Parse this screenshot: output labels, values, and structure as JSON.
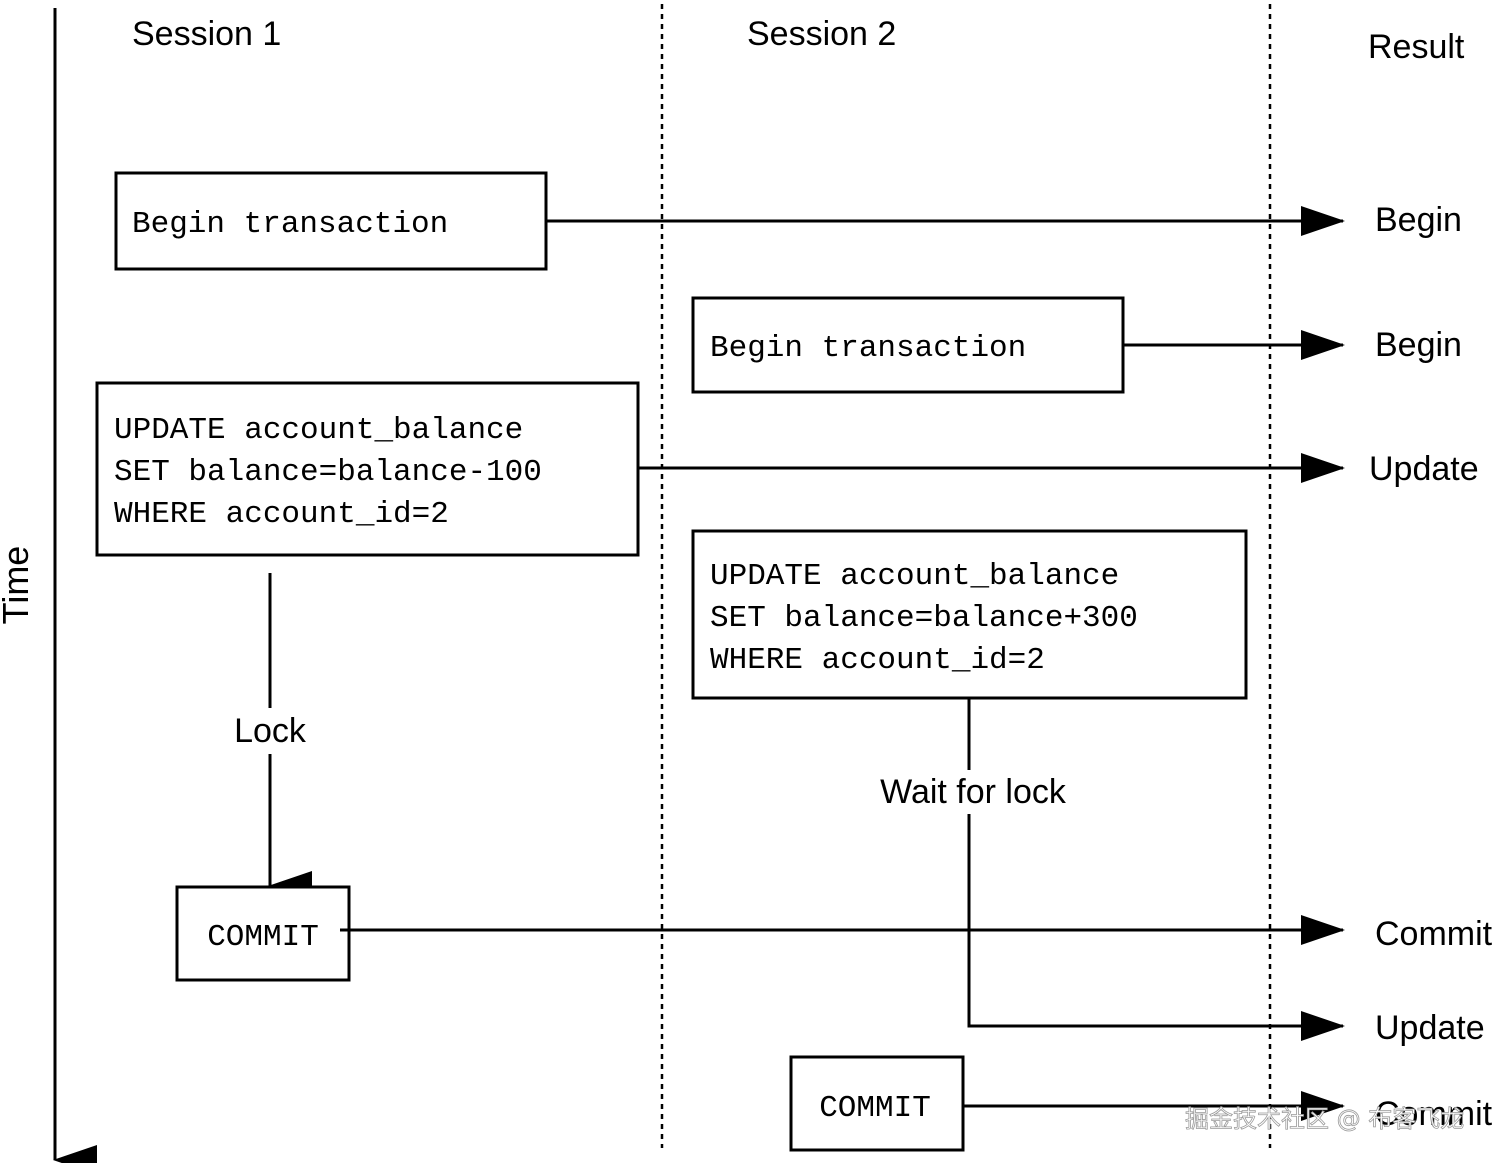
{
  "header": {
    "session1": "Session 1",
    "session2": "Session 2",
    "result": "Result"
  },
  "time_axis_label": "Time",
  "session1": {
    "begin_box": "Begin transaction",
    "update_box_lines": [
      "UPDATE account_balance",
      "SET balance=balance-100",
      "WHERE account_id=2"
    ],
    "lock_label": "Lock",
    "commit_box": "COMMIT"
  },
  "session2": {
    "begin_box": "Begin transaction",
    "update_box_lines": [
      "UPDATE account_balance",
      "SET balance=balance+300",
      "WHERE account_id=2"
    ],
    "wait_label": "Wait for lock",
    "commit_box": "COMMIT"
  },
  "results": [
    "Begin",
    "Begin",
    "Update",
    "Commit",
    "Update",
    "Commit"
  ],
  "watermark": "掘金技术社区 @ 布客飞龙"
}
